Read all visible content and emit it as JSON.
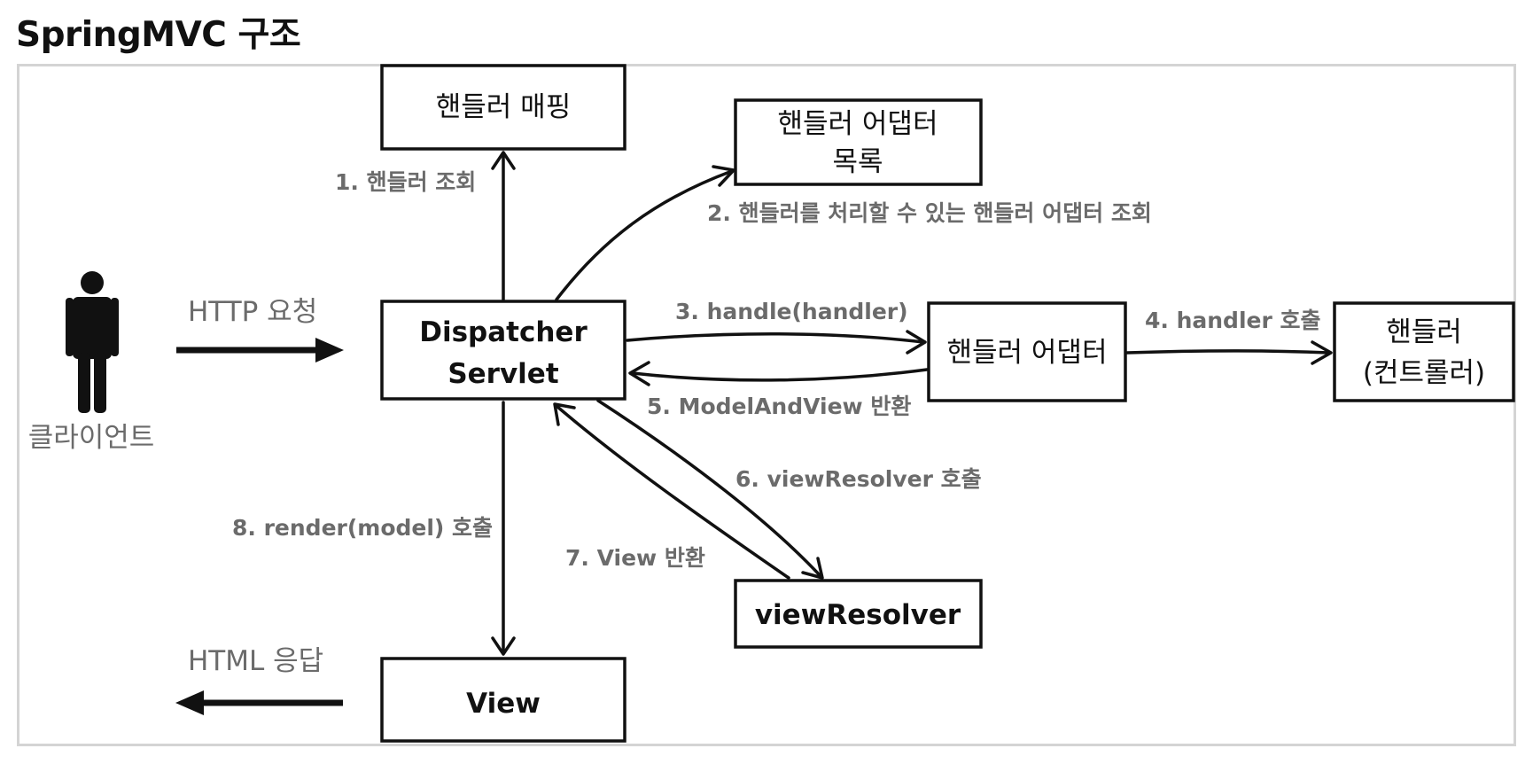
{
  "title": "SpringMVC 구조",
  "client": {
    "label": "클라이언트"
  },
  "boxes": {
    "handler_mapping": "핸들러 매핑",
    "handler_adapter_list": [
      "핸들러 어댑터",
      "목록"
    ],
    "dispatcher_servlet": [
      "Dispatcher",
      "Servlet"
    ],
    "handler_adapter": "핸들러 어댑터",
    "handler": [
      "핸들러",
      "(컨트롤러)"
    ],
    "view_resolver": "viewResolver",
    "view": "View"
  },
  "labels": {
    "http_request": "HTTP 요청",
    "html_response": "HTML 응답"
  },
  "steps": {
    "s1": "1. 핸들러 조회",
    "s2": "2. 핸들러를 처리할 수 있는 핸들러 어댑터 조회",
    "s3": "3. handle(handler)",
    "s4": "4. handler 호출",
    "s5": "5. ModelAndView 반환",
    "s6": "6. viewResolver 호출",
    "s7": "7. View 반환",
    "s8": "8. render(model) 호출"
  },
  "colors": {
    "line": "#111111",
    "step_text": "#6b6b6b",
    "frame_border": "#d4d4d4"
  }
}
